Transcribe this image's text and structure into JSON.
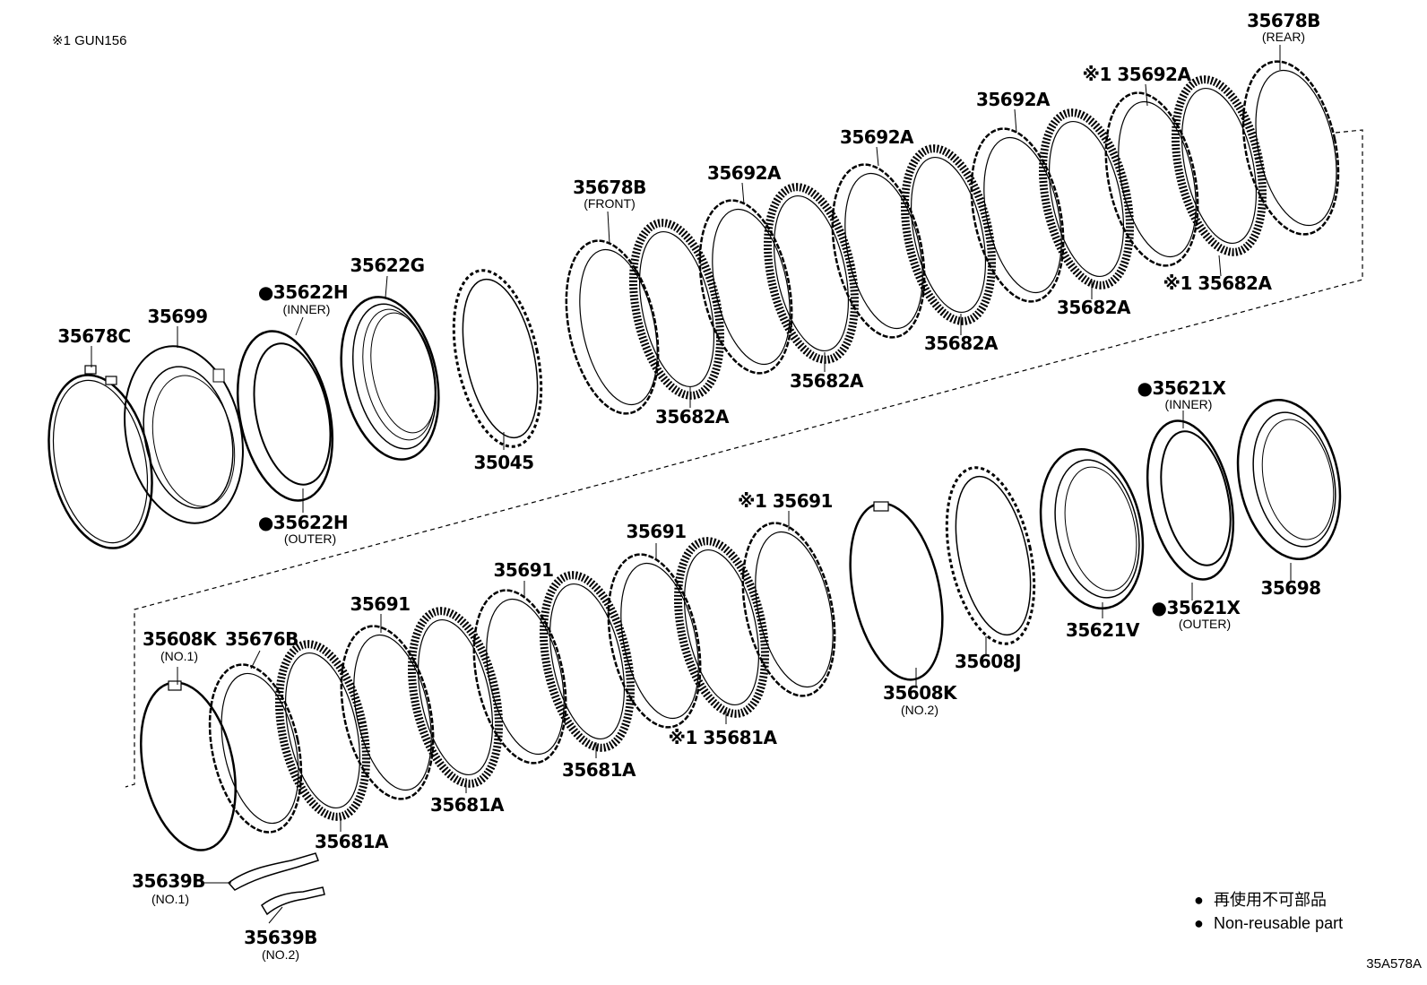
{
  "header_note": "※1 GUN156",
  "figure_code": "35A578A",
  "legend": {
    "symbol": "●",
    "line_ja": "再使用不可部品",
    "line_en": "Non-reusable part"
  },
  "callouts": [
    {
      "id": "c1",
      "part": "35678B",
      "sub": "(REAR)"
    },
    {
      "id": "c2",
      "part": "※1 35692A",
      "sub": ""
    },
    {
      "id": "c3",
      "part": "35692A",
      "sub": ""
    },
    {
      "id": "c4",
      "part": "35692A",
      "sub": ""
    },
    {
      "id": "c5",
      "part": "35692A",
      "sub": ""
    },
    {
      "id": "c6",
      "part": "35678B",
      "sub": "(FRONT)"
    },
    {
      "id": "c7",
      "part": "35622G",
      "sub": ""
    },
    {
      "id": "c8",
      "part": "●35622H",
      "sub": "(INNER)"
    },
    {
      "id": "c9",
      "part": "35699",
      "sub": ""
    },
    {
      "id": "c10",
      "part": "35678C",
      "sub": ""
    },
    {
      "id": "c11",
      "part": "※1 35682A",
      "sub": ""
    },
    {
      "id": "c12",
      "part": "35682A",
      "sub": ""
    },
    {
      "id": "c13",
      "part": "35682A",
      "sub": ""
    },
    {
      "id": "c14",
      "part": "35682A",
      "sub": ""
    },
    {
      "id": "c15",
      "part": "35682A",
      "sub": ""
    },
    {
      "id": "c16",
      "part": "35045",
      "sub": ""
    },
    {
      "id": "c17",
      "part": "●35622H",
      "sub": "(OUTER)"
    },
    {
      "id": "c18",
      "part": "●35621X",
      "sub": "(INNER)"
    },
    {
      "id": "c19",
      "part": "※1 35691",
      "sub": ""
    },
    {
      "id": "c20",
      "part": "35691",
      "sub": ""
    },
    {
      "id": "c21",
      "part": "35691",
      "sub": ""
    },
    {
      "id": "c22",
      "part": "35691",
      "sub": ""
    },
    {
      "id": "c23",
      "part": "35608K",
      "sub": "(NO.1)"
    },
    {
      "id": "c24",
      "part": "35676B",
      "sub": ""
    },
    {
      "id": "c25",
      "part": "35698",
      "sub": ""
    },
    {
      "id": "c26",
      "part": "35621V",
      "sub": ""
    },
    {
      "id": "c27",
      "part": "●35621X",
      "sub": "(OUTER)"
    },
    {
      "id": "c28",
      "part": "35608J",
      "sub": ""
    },
    {
      "id": "c29",
      "part": "35608K",
      "sub": "(NO.2)"
    },
    {
      "id": "c30",
      "part": "※1 35681A",
      "sub": ""
    },
    {
      "id": "c31",
      "part": "35681A",
      "sub": ""
    },
    {
      "id": "c32",
      "part": "35681A",
      "sub": ""
    },
    {
      "id": "c33",
      "part": "35681A",
      "sub": ""
    },
    {
      "id": "c34",
      "part": "35639B",
      "sub": "(NO.1)"
    },
    {
      "id": "c35",
      "part": "35639B",
      "sub": "(NO.2)"
    }
  ]
}
